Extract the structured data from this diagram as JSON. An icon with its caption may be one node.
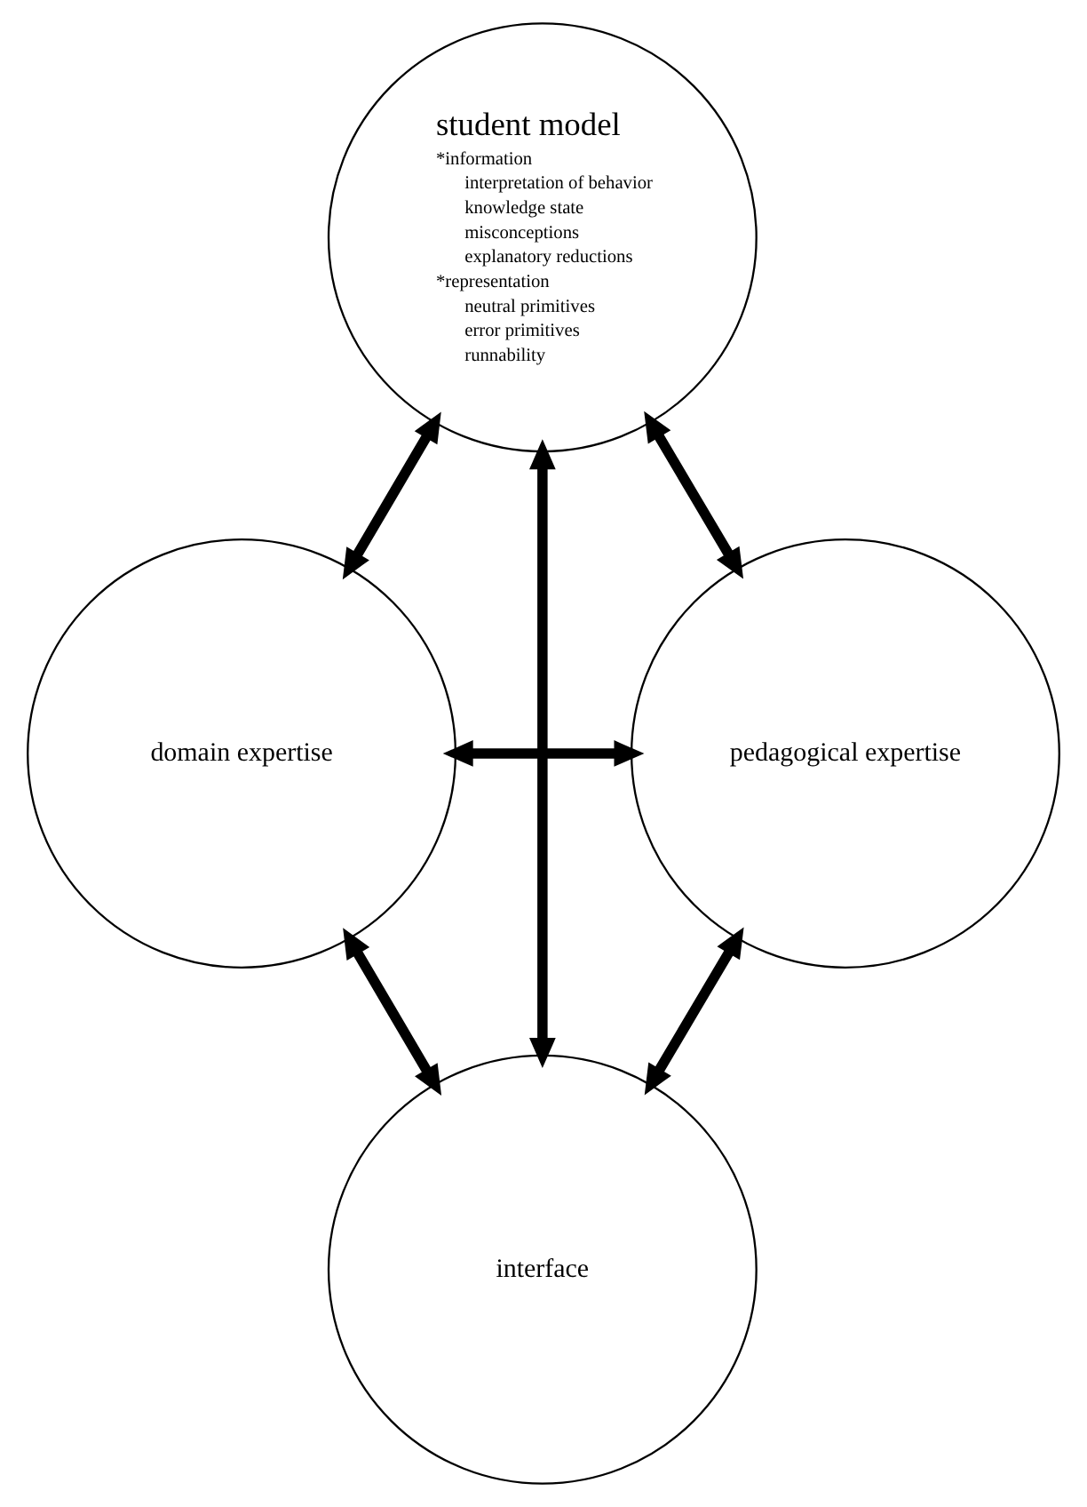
{
  "diagram": {
    "nodes": [
      {
        "text": [
          "student model",
          "*information",
          "interpretation of behavior",
          "knowledge state",
          "misconceptions",
          "explanatory reductions",
          "*representation",
          "neutral primitives",
          "error primitives",
          "runnability"
        ]
      },
      {
        "text": [
          "domain expertise"
        ]
      },
      {
        "text": [
          "pedagogical expertise"
        ]
      },
      {
        "text": [
          "interface"
        ]
      }
    ],
    "edges": [
      {
        "from": 0,
        "to": 1,
        "arrow": "both"
      },
      {
        "from": 0,
        "to": 2,
        "arrow": "both"
      },
      {
        "from": 0,
        "to": 3,
        "arrow": "both"
      },
      {
        "from": 1,
        "to": 2,
        "arrow": "both"
      },
      {
        "from": 1,
        "to": 3,
        "arrow": "both"
      },
      {
        "from": 2,
        "to": 3,
        "arrow": "both"
      }
    ]
  }
}
